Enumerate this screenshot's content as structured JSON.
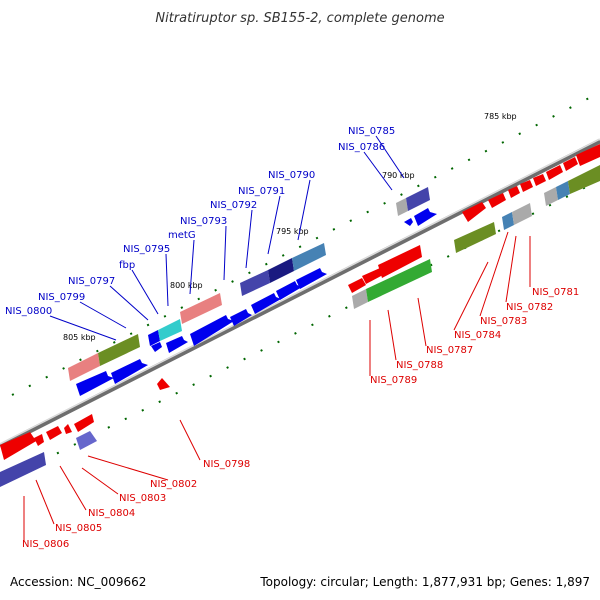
{
  "title": "Nitratiruptor sp. SB155-2, complete genome",
  "footer": {
    "accession": "Accession: NC_009662",
    "summary": "Topology: circular; Length: 1,877,931 bp; Genes: 1,897"
  },
  "scale_labels": [
    "785 kbp",
    "790 kbp",
    "795 kbp",
    "800 kbp",
    "805 kbp"
  ],
  "colors": {
    "forward_label": "#0000c8",
    "reverse_label": "#dd0000",
    "blue_cds": "#0000ee",
    "red_cds": "#ee0000",
    "backbone": "#7f7f7f",
    "tick": "#006600"
  },
  "forward_genes": [
    "NIS_0785",
    "NIS_0786",
    "NIS_0790",
    "NIS_0791",
    "NIS_0792",
    "NIS_0793",
    "metG",
    "NIS_0795",
    "fbp",
    "NIS_0797",
    "NIS_0799",
    "NIS_0800"
  ],
  "reverse_genes": [
    "NIS_0781",
    "NIS_0782",
    "NIS_0783",
    "NIS_0784",
    "NIS_0787",
    "NIS_0788",
    "NIS_0789",
    "NIS_0798",
    "NIS_0802",
    "NIS_0803",
    "NIS_0804",
    "NIS_0805",
    "NIS_0806"
  ]
}
